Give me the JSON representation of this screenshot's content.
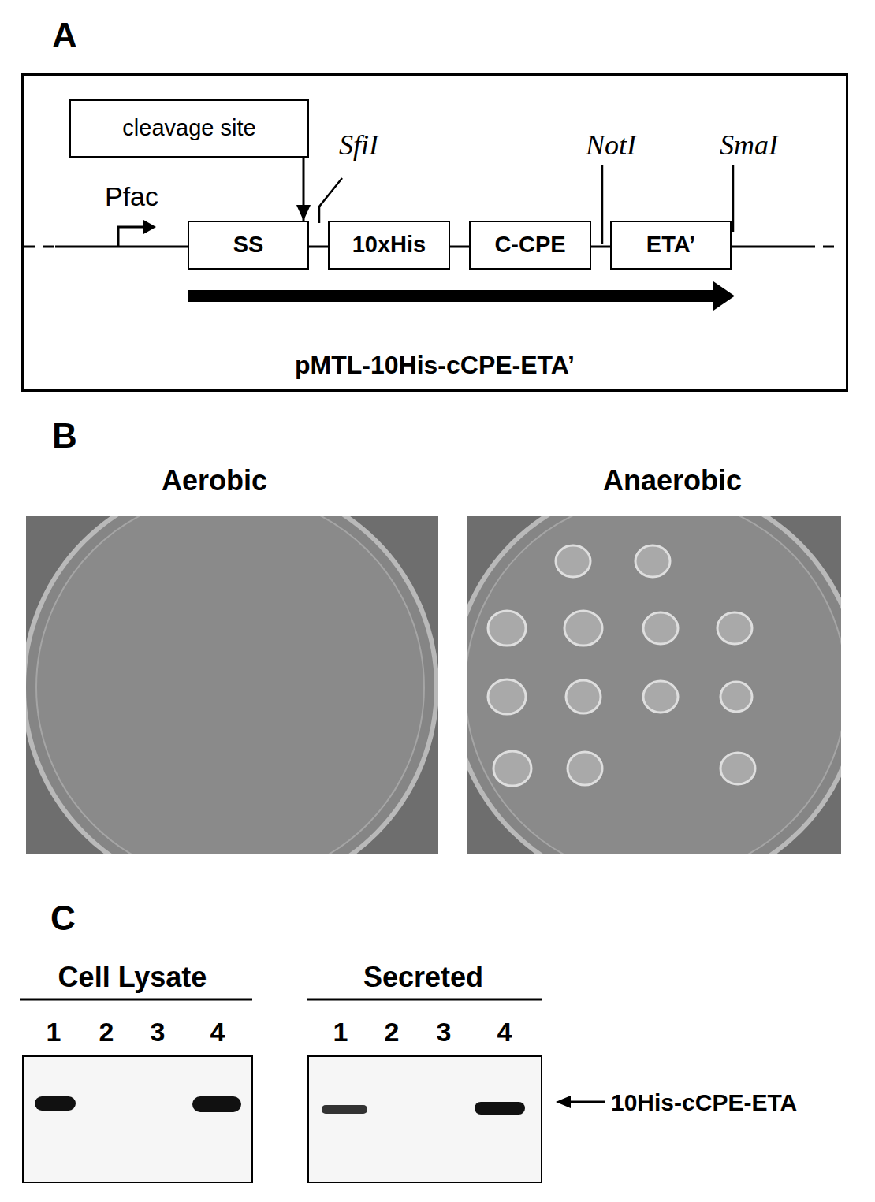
{
  "diagram": {
    "nodes": [
      {
        "text": [
          "pMTL-10His-cCPE-ETA’"
        ]
      },
      {
        "text": [
          "cleavage site"
        ],
        "in": 0
      },
      {
        "text": [
          "SS"
        ],
        "in": 0
      },
      {
        "text": [
          "10xHis"
        ],
        "in": 0
      },
      {
        "text": [
          "C-CPE"
        ],
        "in": 0
      },
      {
        "text": [
          "ETA’"
        ],
        "in": 0
      }
    ],
    "edges": [
      {
        "from": 1,
        "to": 2,
        "arrow": "to"
      }
    ],
    "labels": [
      "A",
      "Pfac",
      "SfiI",
      "NotI",
      "SmaI",
      "B",
      "Aerobic",
      "Anaerobic",
      "C",
      "Cell Lysate",
      "Secreted",
      "1",
      "2",
      "3",
      "4",
      "1",
      "2",
      "3",
      "4",
      "10His-cCPE-ETA"
    ]
  }
}
